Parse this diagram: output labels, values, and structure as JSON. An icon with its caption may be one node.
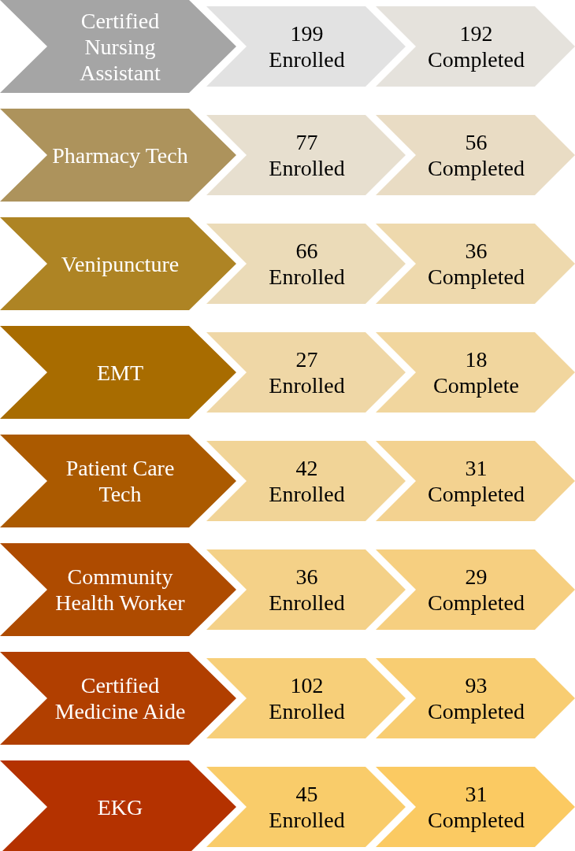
{
  "diagram": {
    "nodes": [
      {
        "text": [
          "Certified Nursing Assistant"
        ]
      },
      {
        "text": [
          "199",
          "Enrolled"
        ]
      },
      {
        "text": [
          "192",
          "Completed"
        ]
      },
      {
        "text": [
          "Pharmacy Tech"
        ]
      },
      {
        "text": [
          "77",
          "Enrolled"
        ]
      },
      {
        "text": [
          "56",
          "Completed"
        ]
      },
      {
        "text": [
          "Venipuncture"
        ]
      },
      {
        "text": [
          "66",
          "Enrolled"
        ]
      },
      {
        "text": [
          "36",
          "Completed"
        ]
      },
      {
        "text": [
          "EMT"
        ]
      },
      {
        "text": [
          "27",
          "Enrolled"
        ]
      },
      {
        "text": [
          "18",
          "Complete"
        ]
      },
      {
        "text": [
          "Patient Care Tech"
        ]
      },
      {
        "text": [
          "42",
          "Enrolled"
        ]
      },
      {
        "text": [
          "31",
          "Completed"
        ]
      },
      {
        "text": [
          "Community Health Worker"
        ]
      },
      {
        "text": [
          "36",
          "Enrolled"
        ]
      },
      {
        "text": [
          "29",
          "Completed"
        ]
      },
      {
        "text": [
          "Certified Medicine Aide"
        ]
      },
      {
        "text": [
          "102",
          "Enrolled"
        ]
      },
      {
        "text": [
          "93",
          "Completed"
        ]
      },
      {
        "text": [
          "EKG"
        ]
      },
      {
        "text": [
          "45",
          "Enrolled"
        ]
      },
      {
        "text": [
          "31",
          "Completed"
        ]
      }
    ]
  }
}
